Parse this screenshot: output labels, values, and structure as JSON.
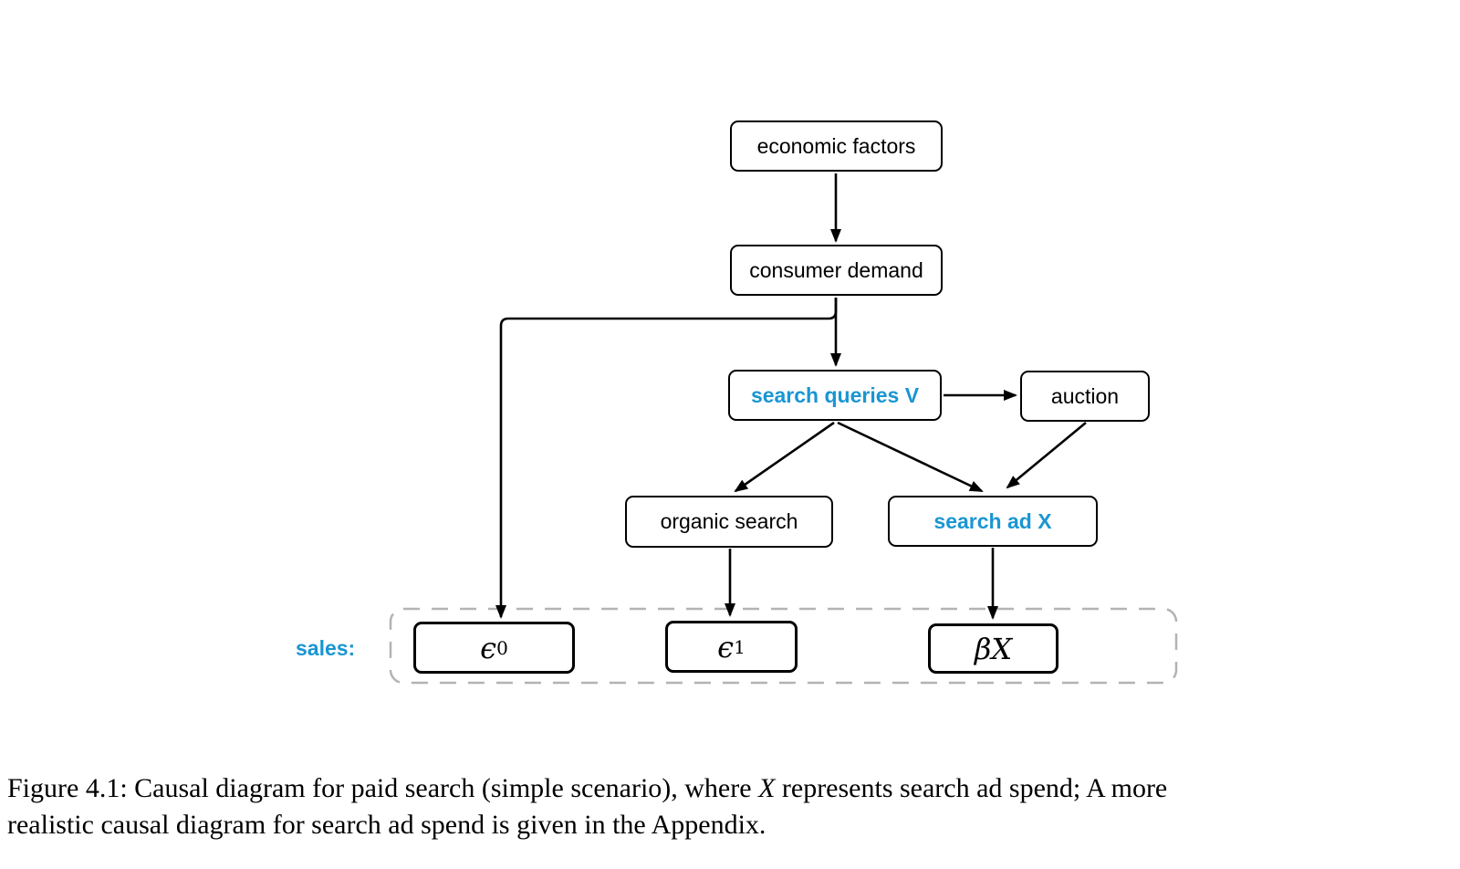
{
  "colors": {
    "accent_blue": "#1a96d2",
    "line_black": "#000000",
    "dashed_gray": "#b3b3b3",
    "background": "#ffffff"
  },
  "nodes": {
    "economic_factors": {
      "label": "economic factors"
    },
    "consumer_demand": {
      "label": "consumer demand"
    },
    "search_queries": {
      "label": "search queries V"
    },
    "auction": {
      "label": "auction"
    },
    "organic_search": {
      "label": "organic search"
    },
    "search_ad": {
      "label": "search ad X"
    },
    "eps0": {
      "base": "ϵ",
      "sub": "0"
    },
    "eps1": {
      "base": "ϵ",
      "sub": "1"
    },
    "beta_x": {
      "label": "βX"
    }
  },
  "sales_group": {
    "label": "sales:"
  },
  "caption": {
    "line1_prefix": "Figure 4.1: Causal diagram for paid search (simple scenario), where ",
    "math_x": "X",
    "line1_suffix": " represents search ad spend; A more",
    "line2": "realistic causal diagram for search ad spend is given in the Appendix."
  }
}
